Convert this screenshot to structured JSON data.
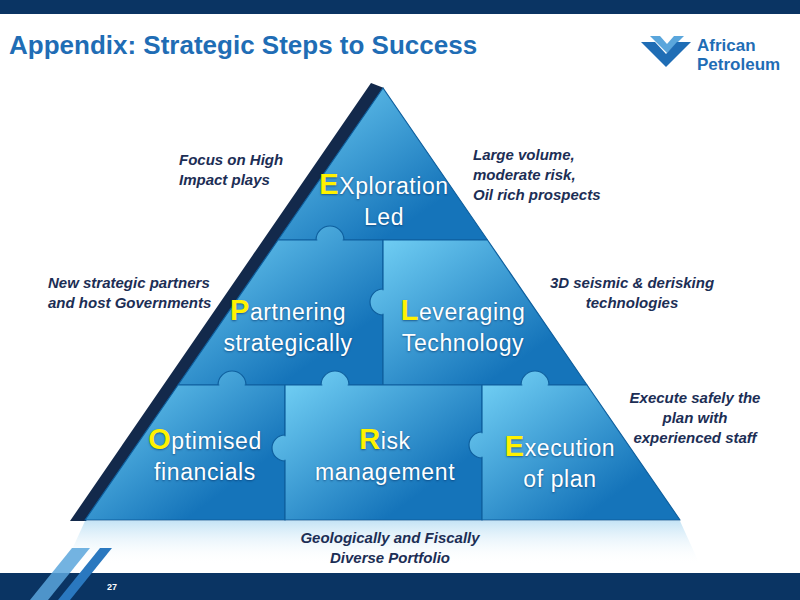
{
  "diagram": {
    "title": "Appendix: Strategic Steps to Success",
    "nodes": [
      {
        "text": [
          "EXploration Led"
        ]
      },
      {
        "text": [
          "Partnering strategically"
        ]
      },
      {
        "text": [
          "Leveraging Technology"
        ]
      },
      {
        "text": [
          "Optimised financials"
        ]
      },
      {
        "text": [
          "Risk management"
        ]
      },
      {
        "text": [
          "Execution of plan"
        ]
      }
    ],
    "labels": [
      "African Petroleum",
      "Focus on High Impact plays",
      "Large volume, moderate risk, Oil rich prospects",
      "New strategic partners and host Governments",
      "3D seismic & derisking technologies",
      "Execute safely the plan with experienced staff",
      "Geologically and Fiscally Diverse Portfolio",
      "27"
    ]
  }
}
